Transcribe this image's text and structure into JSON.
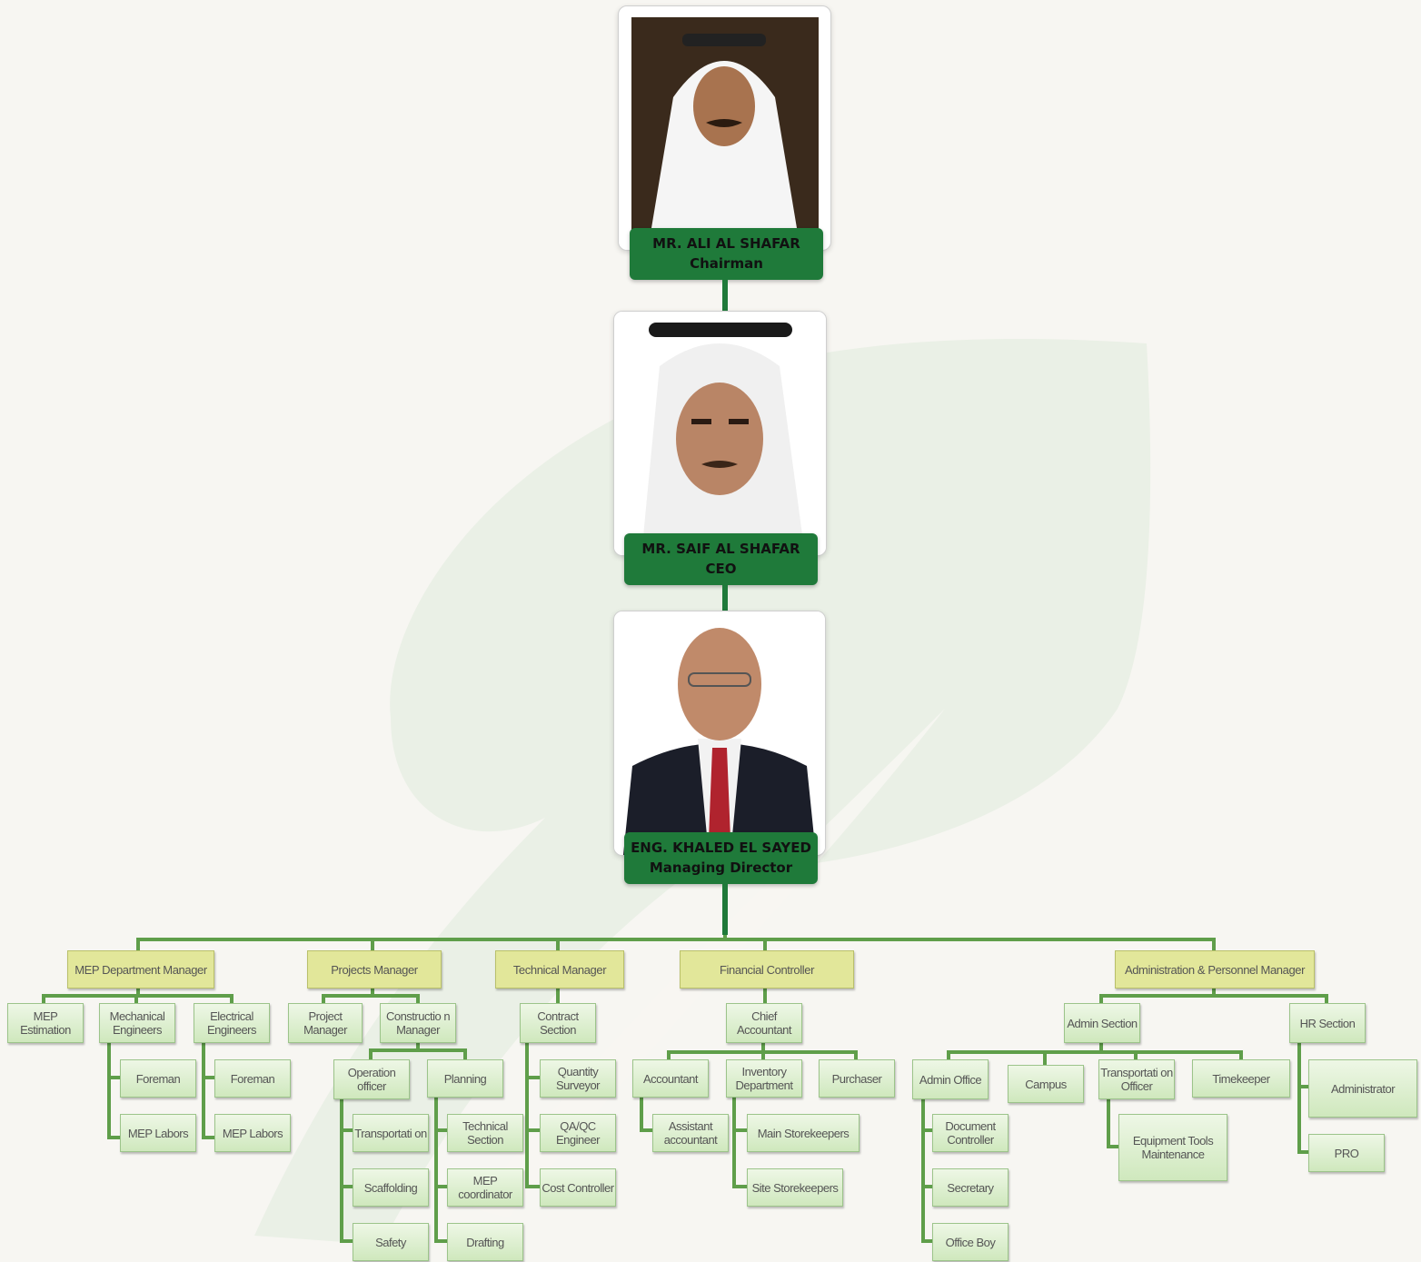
{
  "executives": [
    {
      "name": "MR. ALI AL SHAFAR",
      "title": "Chairman",
      "photo_icon": "person-photo-icon"
    },
    {
      "name": "MR. SAIF AL SHAFAR",
      "title": "CEO",
      "photo_icon": "person-photo-icon"
    },
    {
      "name": "ENG. KHALED EL SAYED",
      "title": "Managing Director",
      "photo_icon": "person-photo-icon"
    }
  ],
  "managers": [
    "MEP Department Manager",
    "Projects Manager",
    "Technical Manager",
    "Financial Controller",
    "Administration & Personnel Manager"
  ],
  "nodes": [
    "MEP Estimation",
    "Mechanical Engineers",
    "Electrical Engineers",
    "Foreman",
    "Foreman",
    "MEP Labors",
    "MEP Labors",
    "Project Manager",
    "Constructio n Manager",
    "Operation officer",
    "Planning",
    "Transportati on",
    "Scaffolding",
    "Safety",
    "Technical Section",
    "MEP coordinator",
    "Drafting",
    "Contract Section",
    "Quantity Surveyor",
    "QA/QC Engineer",
    "Cost Controller",
    "Chief Accountant",
    "Accountant",
    "Inventory Department",
    "Purchaser",
    "Assistant accountant",
    "Main Storekeepers",
    "Site Storekeepers",
    "Admin Section",
    "HR Section",
    "Admin Office",
    "Campus",
    "Transportati on Officer",
    "Timekeeper",
    "Document Controller",
    "Secretary",
    "Office Boy",
    "Equipment Tools Maintenance",
    "Administrator",
    "PRO"
  ],
  "colors": {
    "accent_green": "#1f7a3a",
    "manager_fill": "#e2e79a",
    "node_fill": "#d9edca"
  }
}
